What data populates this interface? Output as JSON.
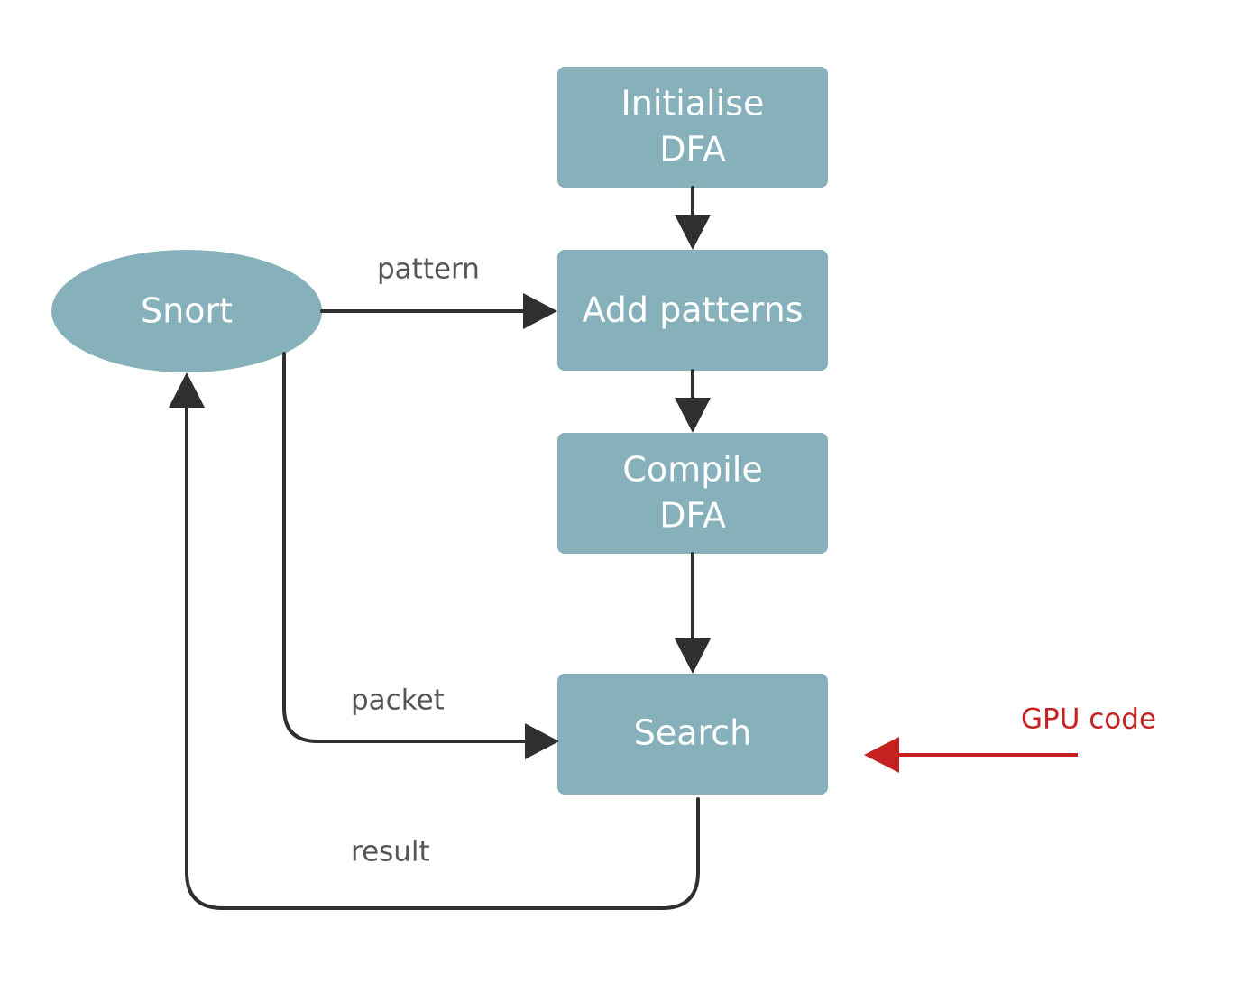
{
  "nodes": {
    "snort": "Snort",
    "initialise_dfa": [
      "Initialise",
      "DFA"
    ],
    "add_patterns": "Add patterns",
    "compile_dfa": [
      "Compile",
      "DFA"
    ],
    "search": "Search"
  },
  "edges": {
    "pattern": "pattern",
    "packet": "packet",
    "result": "result"
  },
  "annotation": {
    "gpu_code": "GPU code"
  },
  "colors": {
    "node_fill": "#86b1bb",
    "edge": "#2f2f2f",
    "annotation": "#c62121",
    "edge_label": "#555555"
  }
}
